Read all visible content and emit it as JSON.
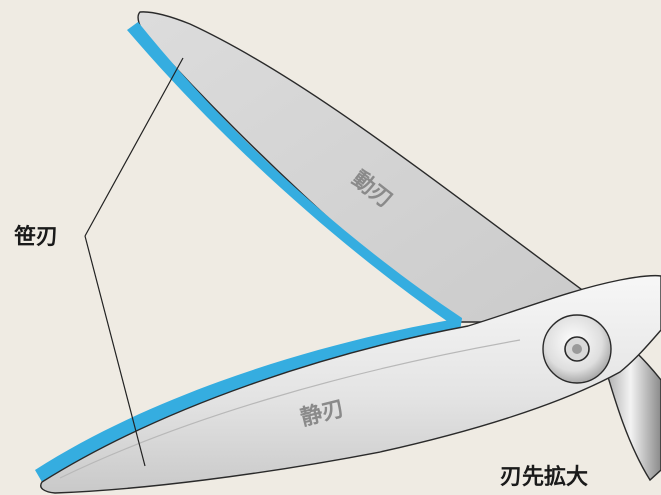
{
  "diagram": {
    "labels": {
      "moving_blade": "動刃",
      "fixed_blade": "静刃",
      "flat_blade": "笹刃",
      "caption": "刃先拡大"
    },
    "colors": {
      "background": "#efebe3",
      "edge_blue": "#35ade0",
      "blade_gray": "#d6d6d6",
      "blade_gray_light": "#f2f2f2",
      "outline": "#2a2a2a",
      "label_gray": "#8a8a8a",
      "label_black": "#1a1a1a"
    }
  }
}
